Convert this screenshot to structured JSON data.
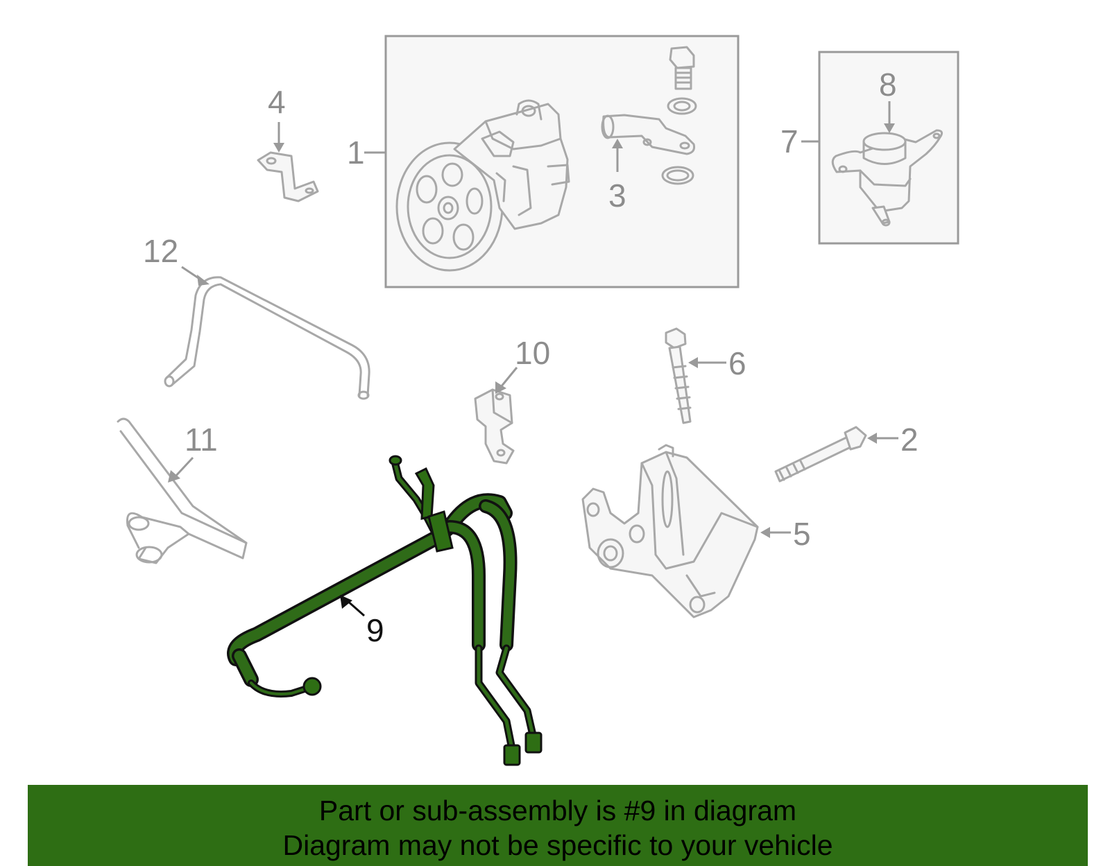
{
  "callouts": {
    "p1": "1",
    "p2": "2",
    "p3": "3",
    "p4": "4",
    "p5": "5",
    "p6": "6",
    "p7": "7",
    "p8": "8",
    "p9": "9",
    "p10": "10",
    "p11": "11",
    "p12": "12"
  },
  "highlighted_part": "9",
  "colors": {
    "highlight": "#2e6e14",
    "inactive_line": "#a8a8a8",
    "label_gray": "#8c8c8c"
  },
  "banner": {
    "line1": "Part or sub-assembly is #9 in diagram",
    "line2": "Diagram may not be specific to your vehicle"
  }
}
